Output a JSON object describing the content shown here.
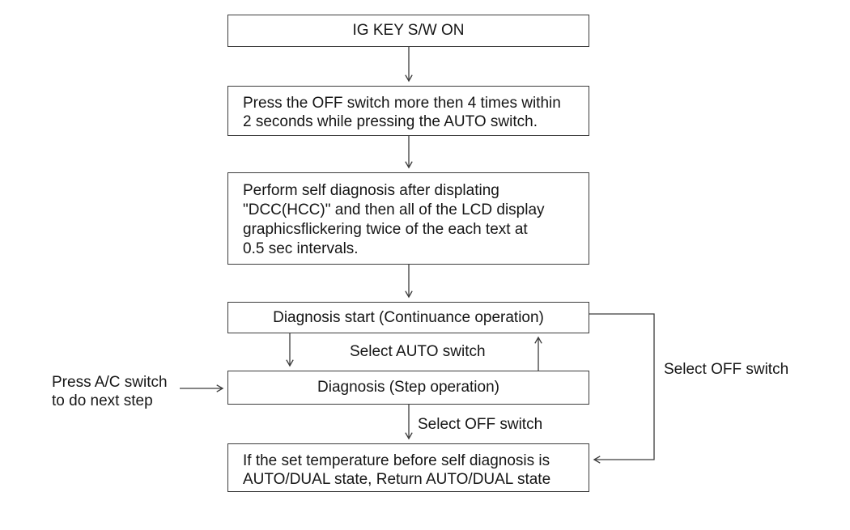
{
  "diagram": {
    "type": "flowchart",
    "subject": "A/C self diagnosis procedure",
    "colors": {
      "background": "#ffffff",
      "box_border": "#3c3c3c",
      "line": "#3c3c3c",
      "text": "#161616"
    },
    "boxes": [
      {
        "name": "ig-key-on",
        "lines": [
          "IG KEY S/W ON"
        ]
      },
      {
        "name": "press-off-switch",
        "lines": [
          "Press the OFF switch more then 4 times within",
          "2 seconds while pressing the AUTO switch."
        ]
      },
      {
        "name": "perform-self-diagnosis",
        "lines": [
          "Perform self diagnosis after displating",
          "\"DCC(HCC)\" and then all of the LCD display",
          "graphicsflickering twice of the each text at",
          "0.5 sec intervals."
        ]
      },
      {
        "name": "diagnosis-start",
        "lines": [
          "Diagnosis start (Continuance operation)"
        ]
      },
      {
        "name": "diagnosis-step",
        "lines": [
          "Diagnosis (Step operation)"
        ]
      },
      {
        "name": "return-auto-dual",
        "lines": [
          "If the set temperature before self diagnosis is",
          "AUTO/DUAL state, Return AUTO/DUAL state"
        ]
      }
    ],
    "edge_labels": {
      "select_auto_switch": "Select AUTO switch",
      "select_off_switch_mid": "Select OFF switch",
      "select_off_switch_right": "Select OFF switch",
      "press_ac_switch_line1": "Press A/C switch",
      "press_ac_switch_line2": "to do next step"
    }
  }
}
